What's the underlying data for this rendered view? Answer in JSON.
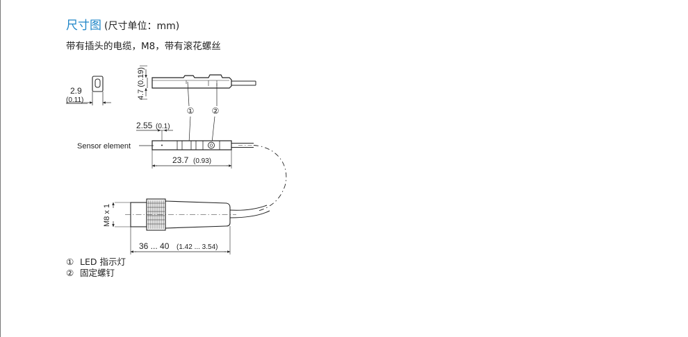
{
  "header": {
    "title": "尺寸图",
    "title_unit": "(尺寸单位：mm)",
    "subtitle": "带有插头的电缆，M8，带有滚花螺丝"
  },
  "dimensions": {
    "side_width": "2.9",
    "side_width_in": "(0.11)",
    "height": "4.7 (0.19)",
    "offset": "2.55",
    "offset_in": "(0.1)",
    "length": "23.7",
    "length_in": "(0.93)",
    "thread": "M8 x 1",
    "connector_len": "36 ... 40",
    "connector_len_in": "(1.42 ... 3.54)"
  },
  "callouts": {
    "one": "①",
    "two": "②",
    "sensor_element": "Sensor element"
  },
  "legend": [
    {
      "num": "①",
      "label": "LED 指示灯"
    },
    {
      "num": "②",
      "label": "固定螺钉"
    }
  ]
}
